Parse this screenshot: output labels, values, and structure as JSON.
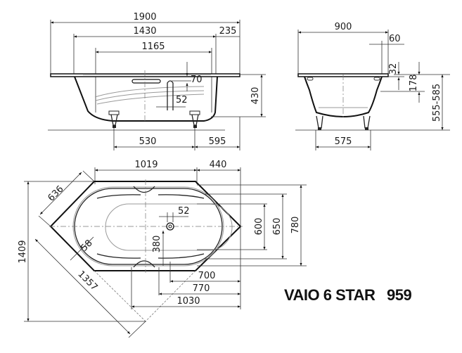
{
  "title": {
    "model": "VAIO 6 STAR",
    "number": "959"
  },
  "side_view": {
    "overall_length": "1900",
    "inner_length": "1430",
    "rim_offset": "235",
    "bottom_length": "1165",
    "overflow_height": "70",
    "drain_width": "52",
    "height": "430",
    "foot_spacing": "530",
    "foot_offset": "595"
  },
  "end_view": {
    "width": "900",
    "rim_width": "60",
    "rim_thickness": "32",
    "depth_to_panel": "178",
    "total_height": "555-585",
    "foot_spacing": "575"
  },
  "plan_view": {
    "top_length": "1019",
    "point_offset": "440",
    "diagonal_edge": "636",
    "rim_offset": "58",
    "drain_width": "52",
    "drain_offset": "380",
    "inner_width": "600",
    "middle_width": "650",
    "outer_width": "780",
    "overall_depth": "1409",
    "diagonal_length": "1357",
    "dim_700": "700",
    "dim_770": "770",
    "dim_1030": "1030"
  },
  "colors": {
    "line": "#111111",
    "background": "#ffffff"
  }
}
